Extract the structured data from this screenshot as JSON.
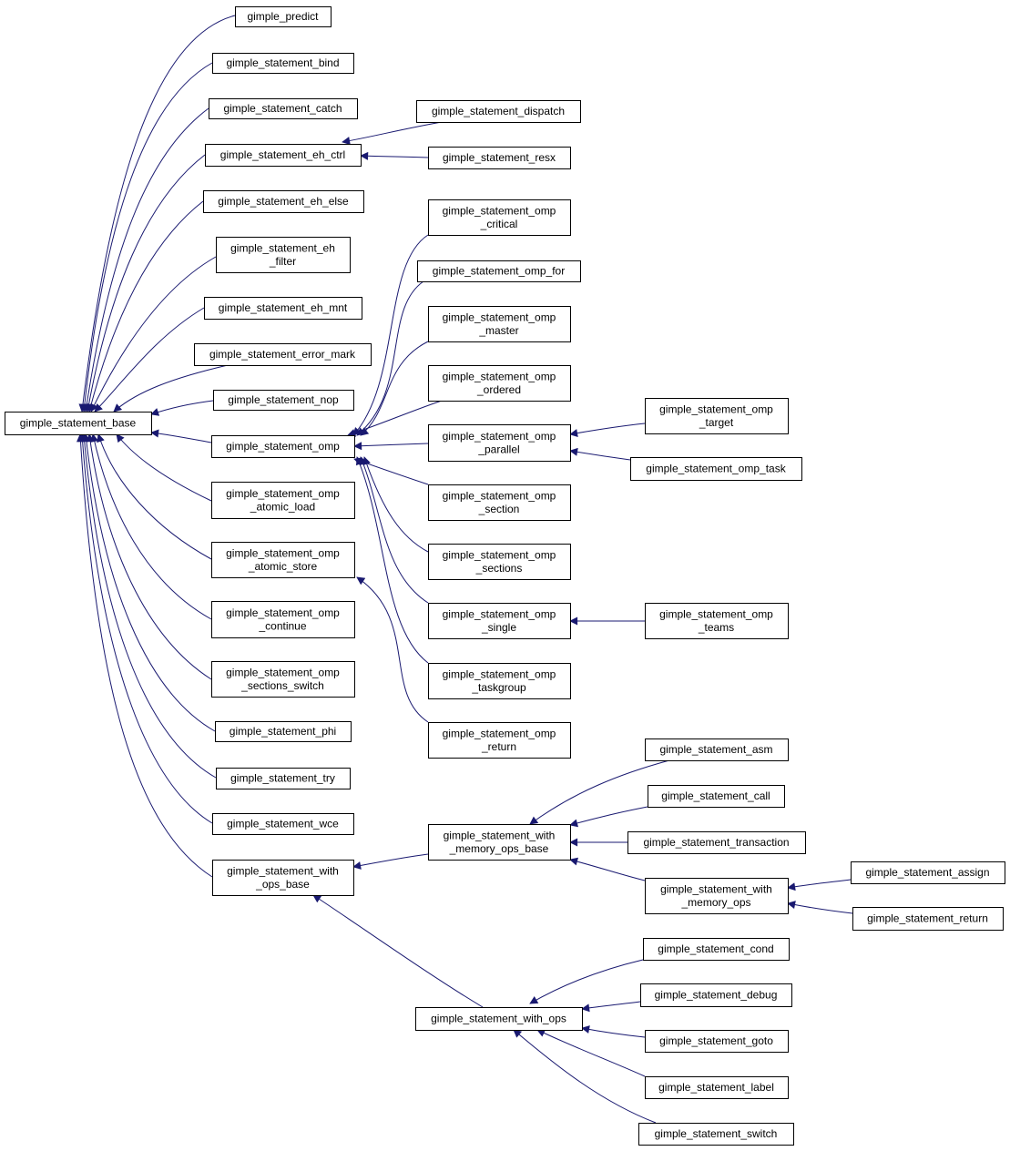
{
  "colors": {
    "edge": "#191970",
    "node_border": "#000000",
    "node_fill": "#ffffff",
    "background": "#ffffff"
  },
  "nodes": {
    "predict": [
      "gimple_predict"
    ],
    "bind": [
      "gimple_statement_bind"
    ],
    "catch": [
      "gimple_statement_catch"
    ],
    "eh_ctrl": [
      "gimple_statement_eh_ctrl"
    ],
    "eh_else": [
      "gimple_statement_eh_else"
    ],
    "eh_filter": [
      "gimple_statement_eh",
      "_filter"
    ],
    "eh_mnt": [
      "gimple_statement_eh_mnt"
    ],
    "error_mark": [
      "gimple_statement_error_mark"
    ],
    "nop": [
      "gimple_statement_nop"
    ],
    "base": [
      "gimple_statement_base"
    ],
    "omp": [
      "gimple_statement_omp"
    ],
    "atomic_load": [
      "gimple_statement_omp",
      "_atomic_load"
    ],
    "atomic_store": [
      "gimple_statement_omp",
      "_atomic_store"
    ],
    "continue": [
      "gimple_statement_omp",
      "_continue"
    ],
    "sections_switch": [
      "gimple_statement_omp",
      "_sections_switch"
    ],
    "phi": [
      "gimple_statement_phi"
    ],
    "try": [
      "gimple_statement_try"
    ],
    "wce": [
      "gimple_statement_wce"
    ],
    "with_ops_base": [
      "gimple_statement_with",
      "_ops_base"
    ],
    "dispatch": [
      "gimple_statement_dispatch"
    ],
    "resx": [
      "gimple_statement_resx"
    ],
    "critical": [
      "gimple_statement_omp",
      "_critical"
    ],
    "omp_for": [
      "gimple_statement_omp_for"
    ],
    "master": [
      "gimple_statement_omp",
      "_master"
    ],
    "ordered": [
      "gimple_statement_omp",
      "_ordered"
    ],
    "parallel": [
      "gimple_statement_omp",
      "_parallel"
    ],
    "section": [
      "gimple_statement_omp",
      "_section"
    ],
    "sections": [
      "gimple_statement_omp",
      "_sections"
    ],
    "single": [
      "gimple_statement_omp",
      "_single"
    ],
    "taskgroup": [
      "gimple_statement_omp",
      "_taskgroup"
    ],
    "return_omp": [
      "gimple_statement_omp",
      "_return"
    ],
    "with_mem_base": [
      "gimple_statement_with",
      "_memory_ops_base"
    ],
    "with_ops": [
      "gimple_statement_with_ops"
    ],
    "target": [
      "gimple_statement_omp",
      "_target"
    ],
    "task": [
      "gimple_statement_omp_task"
    ],
    "teams": [
      "gimple_statement_omp",
      "_teams"
    ],
    "asm": [
      "gimple_statement_asm"
    ],
    "call": [
      "gimple_statement_call"
    ],
    "transaction": [
      "gimple_statement_transaction"
    ],
    "with_mem": [
      "gimple_statement_with",
      "_memory_ops"
    ],
    "cond": [
      "gimple_statement_cond"
    ],
    "debug": [
      "gimple_statement_debug"
    ],
    "goto": [
      "gimple_statement_goto"
    ],
    "label": [
      "gimple_statement_label"
    ],
    "switch": [
      "gimple_statement_switch"
    ],
    "assign": [
      "gimple_statement_assign"
    ],
    "return": [
      "gimple_statement_return"
    ]
  },
  "edges": [
    [
      "predict",
      "base"
    ],
    [
      "bind",
      "base"
    ],
    [
      "catch",
      "base"
    ],
    [
      "eh_ctrl",
      "base"
    ],
    [
      "eh_else",
      "base"
    ],
    [
      "eh_filter",
      "base"
    ],
    [
      "eh_mnt",
      "base"
    ],
    [
      "error_mark",
      "base"
    ],
    [
      "nop",
      "base"
    ],
    [
      "omp",
      "base"
    ],
    [
      "atomic_load",
      "base"
    ],
    [
      "atomic_store",
      "base"
    ],
    [
      "continue",
      "base"
    ],
    [
      "sections_switch",
      "base"
    ],
    [
      "phi",
      "base"
    ],
    [
      "try",
      "base"
    ],
    [
      "wce",
      "base"
    ],
    [
      "with_ops_base",
      "base"
    ],
    [
      "dispatch",
      "eh_ctrl"
    ],
    [
      "resx",
      "eh_ctrl"
    ],
    [
      "critical",
      "omp"
    ],
    [
      "omp_for",
      "omp"
    ],
    [
      "master",
      "omp"
    ],
    [
      "ordered",
      "omp"
    ],
    [
      "parallel",
      "omp"
    ],
    [
      "section",
      "omp"
    ],
    [
      "sections",
      "omp"
    ],
    [
      "single",
      "omp"
    ],
    [
      "taskgroup",
      "omp"
    ],
    [
      "return_omp",
      "atomic_store"
    ],
    [
      "target",
      "parallel"
    ],
    [
      "task",
      "parallel"
    ],
    [
      "teams",
      "single"
    ],
    [
      "with_mem_base",
      "with_ops_base"
    ],
    [
      "with_ops",
      "with_ops_base"
    ],
    [
      "asm",
      "with_mem_base"
    ],
    [
      "call",
      "with_mem_base"
    ],
    [
      "transaction",
      "with_mem_base"
    ],
    [
      "with_mem",
      "with_mem_base"
    ],
    [
      "assign",
      "with_mem"
    ],
    [
      "return",
      "with_mem"
    ],
    [
      "cond",
      "with_ops"
    ],
    [
      "debug",
      "with_ops"
    ],
    [
      "goto",
      "with_ops"
    ],
    [
      "label",
      "with_ops"
    ],
    [
      "switch",
      "with_ops"
    ]
  ]
}
